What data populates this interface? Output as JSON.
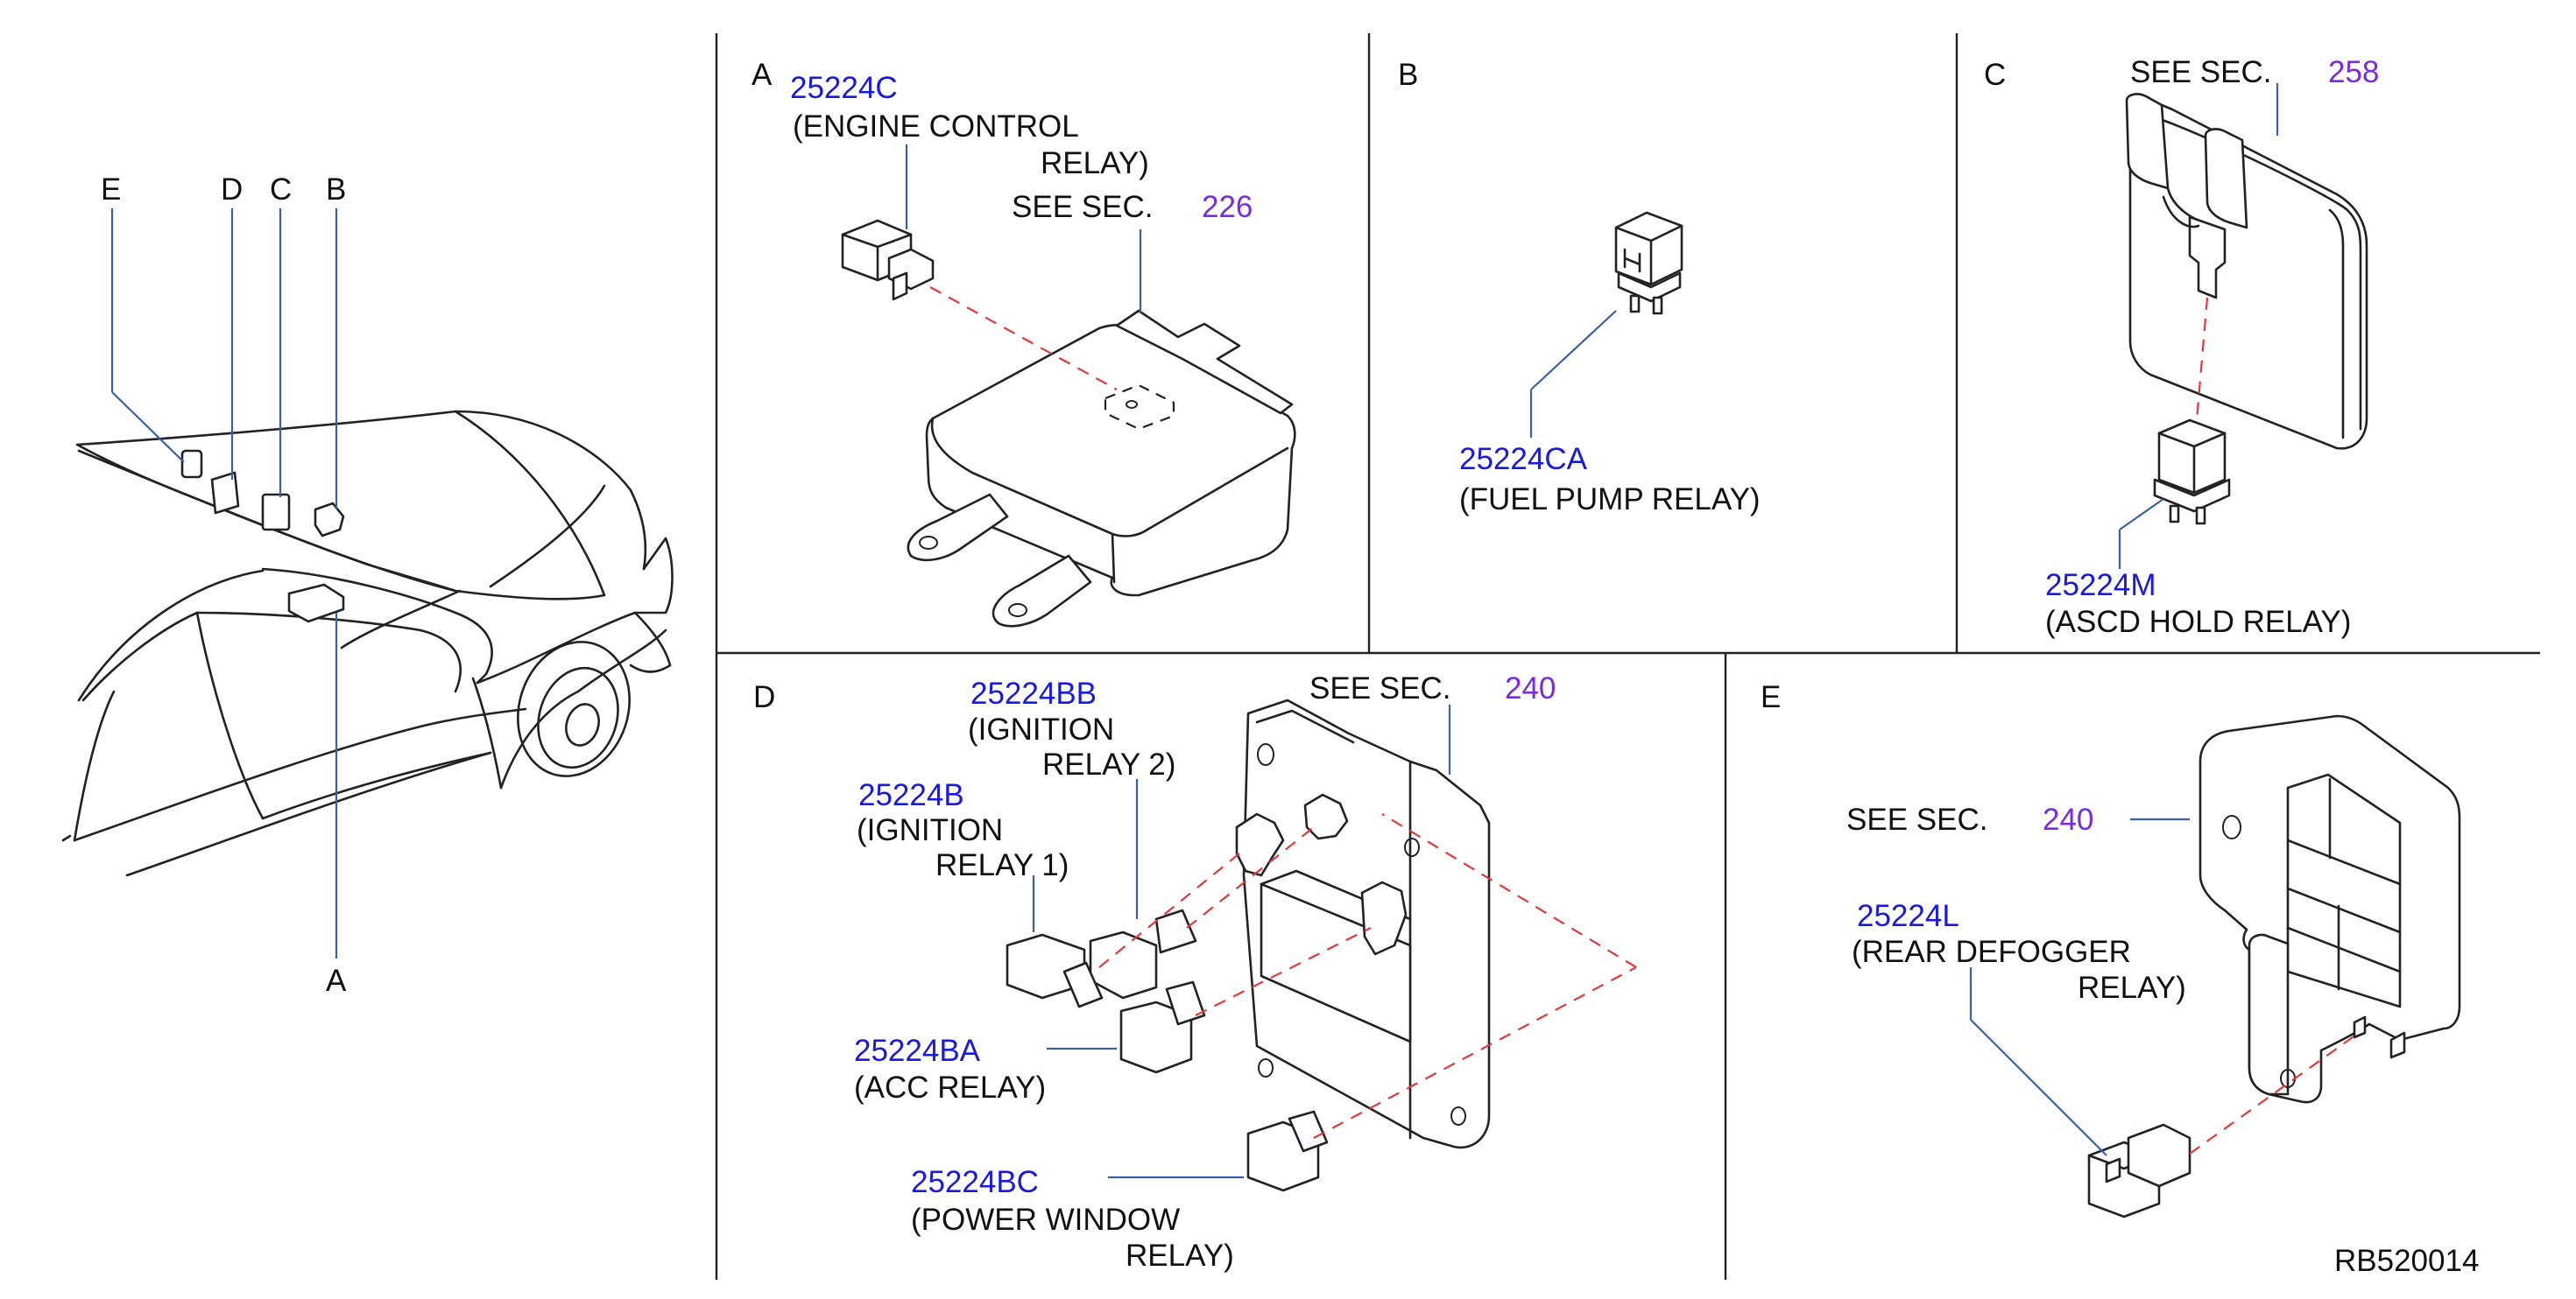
{
  "overview": {
    "labels": {
      "e": "E",
      "d": "D",
      "c": "C",
      "b": "B",
      "a": "A"
    }
  },
  "panels": {
    "a": {
      "letter": "A",
      "part_number": "25224C",
      "name_line1": "(ENGINE  CONTROL",
      "name_line2": "RELAY)",
      "see_sec": "SEE  SEC.",
      "sec_number": "226"
    },
    "b": {
      "letter": "B",
      "part_number": "25224CA",
      "name": "(FUEL  PUMP  RELAY)"
    },
    "c": {
      "letter": "C",
      "see_sec": "SEE  SEC.",
      "sec_number": "258",
      "part_number": "25224M",
      "name": "(ASCD  HOLD  RELAY)"
    },
    "d": {
      "letter": "D",
      "see_sec": "SEE  SEC.",
      "sec_number": "240",
      "items": [
        {
          "part_number": "25224BB",
          "name_line1": "(IGNITION",
          "name_line2": "RELAY  2)"
        },
        {
          "part_number": "25224B",
          "name_line1": "(IGNITION",
          "name_line2": "RELAY  1)"
        },
        {
          "part_number": "25224BA",
          "name_line1": "(ACC  RELAY)",
          "name_line2": ""
        },
        {
          "part_number": "25224BC",
          "name_line1": "(POWER  WINDOW",
          "name_line2": "RELAY)"
        }
      ]
    },
    "e": {
      "letter": "E",
      "see_sec": "SEE  SEC.",
      "sec_number": "240",
      "part_number": "25224L",
      "name_line1": "(REAR  DEFOGGER",
      "name_line2": "RELAY)"
    }
  },
  "diagram_code": "RB520014",
  "colors": {
    "part_number": "#1a1adc",
    "section_ref": "#7a2ae0",
    "leader": "#3a5fa8",
    "dash": "#e23a3a"
  }
}
